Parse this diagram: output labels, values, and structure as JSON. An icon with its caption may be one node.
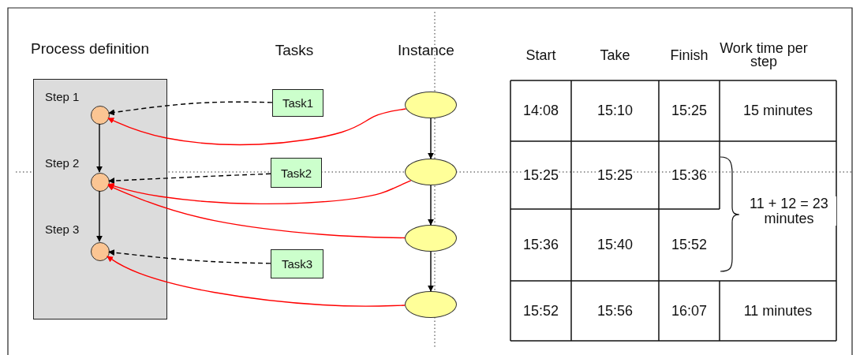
{
  "diagram": {
    "nodes": [
      {
        "text": [
          "Process definition"
        ]
      },
      {
        "text": [],
        "shape": "circle",
        "beside": [
          "Step 1"
        ],
        "in": 0
      },
      {
        "text": [],
        "shape": "circle",
        "beside": [
          "Step 2"
        ],
        "in": 0
      },
      {
        "text": [],
        "shape": "circle",
        "beside": [
          "Step 3"
        ],
        "in": 0
      },
      {
        "text": [
          "Task1"
        ]
      },
      {
        "text": [
          "Task2"
        ]
      },
      {
        "text": [
          "Task3"
        ]
      },
      {
        "text": [],
        "shape": "ellipse"
      },
      {
        "text": [],
        "shape": "ellipse"
      },
      {
        "text": [],
        "shape": "ellipse"
      },
      {
        "text": [],
        "shape": "ellipse"
      }
    ],
    "edges": [
      {
        "from": 1,
        "to": 2,
        "arrow": "to"
      },
      {
        "from": 2,
        "to": 3,
        "arrow": "to"
      },
      {
        "from": 4,
        "to": 1,
        "arrow": "to",
        "style": "dashed"
      },
      {
        "from": 5,
        "to": 2,
        "arrow": "to",
        "style": "dashed"
      },
      {
        "from": 6,
        "to": 3,
        "arrow": "to",
        "style": "dashed"
      },
      {
        "from": 7,
        "to": 8,
        "arrow": "to"
      },
      {
        "from": 8,
        "to": 9,
        "arrow": "to"
      },
      {
        "from": 9,
        "to": 10,
        "arrow": "to"
      },
      {
        "from": 7,
        "to": 1,
        "arrow": "to",
        "color": "#ff0000"
      },
      {
        "from": 8,
        "to": 2,
        "arrow": "to",
        "color": "#ff0000"
      },
      {
        "from": 9,
        "to": 2,
        "arrow": "to",
        "color": "#ff0000"
      },
      {
        "from": 10,
        "to": 3,
        "arrow": "to",
        "color": "#ff0000"
      }
    ],
    "labels": [
      "Tasks",
      "Instance",
      "Start",
      "Take",
      "Finish",
      "Work time per step",
      "14:08",
      "15:10",
      "15:25",
      "15 minutes",
      "15:25",
      "15:25",
      "15:36",
      "11 + 12 = 23 minutes",
      "15:36",
      "15:40",
      "15:52",
      "15:52",
      "15:56",
      "16:07",
      "11 minutes"
    ]
  }
}
